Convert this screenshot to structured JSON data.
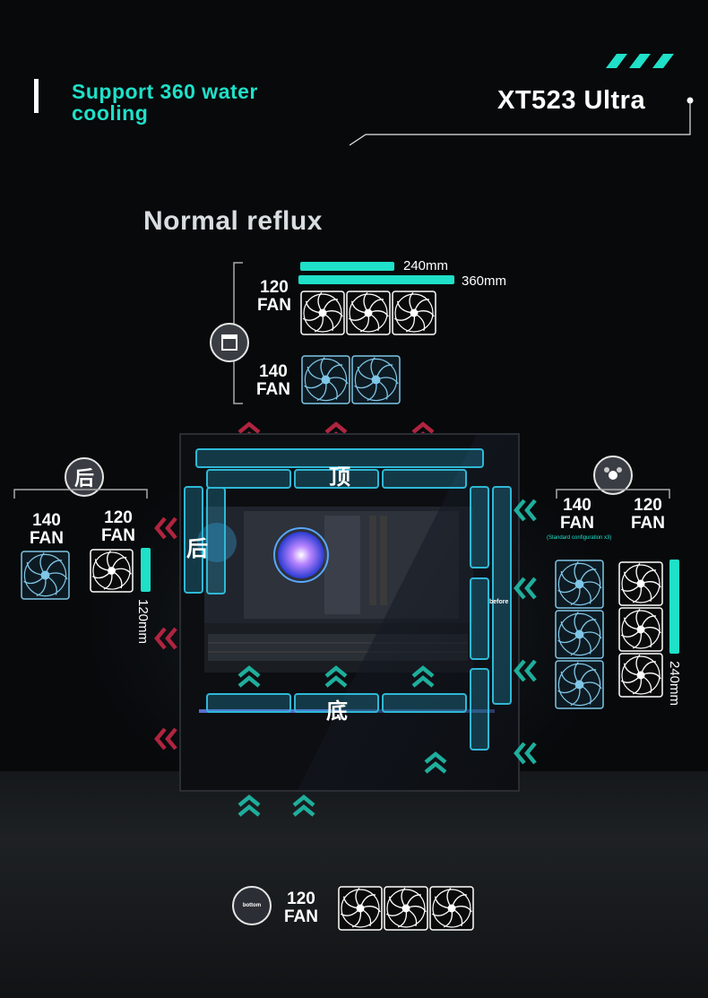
{
  "header": {
    "title": "Support 360 water cooling",
    "model": "XT523 Ultra",
    "subtitle": "Normal reflux"
  },
  "top": {
    "badge_icon": "top-position-icon",
    "dim_240": "240mm",
    "dim_360": "360mm",
    "fan120_line1": "120",
    "fan120_line2": "FAN",
    "fan140_line1": "140",
    "fan140_line2": "FAN"
  },
  "rear": {
    "badge": "后",
    "fan140_line1": "140",
    "fan140_line2": "FAN",
    "fan120_line1": "120",
    "fan120_line2": "FAN",
    "dim": "120mm"
  },
  "front": {
    "badge_icon": "front-position-icon",
    "fan140_line1": "140",
    "fan140_line2": "FAN",
    "fan120_line1": "120",
    "fan120_line2": "FAN",
    "note": "(Standard configuration x3)",
    "dim": "240mm"
  },
  "case_labels": {
    "top": "顶",
    "rear": "后",
    "bottom": "底",
    "front_tag": "before"
  },
  "bottom": {
    "badge": "bottom",
    "fan120_line1": "120",
    "fan120_line2": "FAN"
  },
  "colors": {
    "accent": "#1fe0c8",
    "exhaust": "#b0243f",
    "zone": "#2fb8d6"
  }
}
